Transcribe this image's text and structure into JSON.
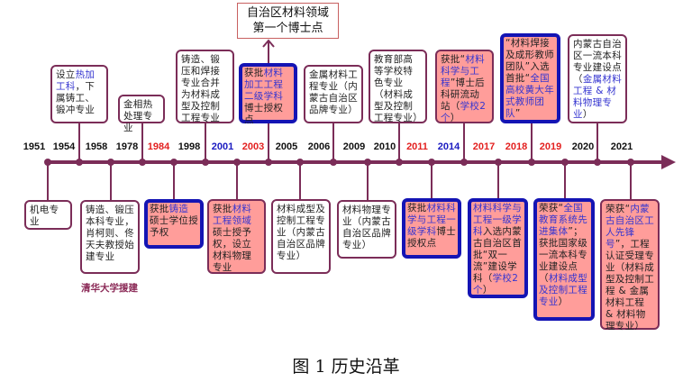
{
  "top_note": {
    "line1": "自治区材料领域",
    "line2": "第一个博士点"
  },
  "years": [
    {
      "y": "1951",
      "c": "black"
    },
    {
      "y": "1954",
      "c": "black"
    },
    {
      "y": "1958",
      "c": "black"
    },
    {
      "y": "1978",
      "c": "black"
    },
    {
      "y": "1984",
      "c": "red"
    },
    {
      "y": "1998",
      "c": "black"
    },
    {
      "y": "2001",
      "c": "blue"
    },
    {
      "y": "2003",
      "c": "red"
    },
    {
      "y": "2005",
      "c": "black"
    },
    {
      "y": "2006",
      "c": "black"
    },
    {
      "y": "2009",
      "c": "black"
    },
    {
      "y": "2010",
      "c": "black"
    },
    {
      "y": "2011",
      "c": "red"
    },
    {
      "y": "2014",
      "c": "blue"
    },
    {
      "y": "2017",
      "c": "red"
    },
    {
      "y": "2018",
      "c": "red"
    },
    {
      "y": "2019",
      "c": "red"
    },
    {
      "y": "2020",
      "c": "black"
    },
    {
      "y": "2021",
      "c": "black"
    }
  ],
  "top_boxes": [
    {
      "year": "1954",
      "style": "plain",
      "seg": [
        [
          "设立",
          0
        ],
        [
          "热加工科",
          1
        ],
        [
          "，下属铸工、锻冲专业",
          0
        ]
      ]
    },
    {
      "year": "1978",
      "style": "plain",
      "seg": [
        [
          "金相热处理专业",
          0
        ]
      ]
    },
    {
      "year": "1998",
      "style": "plain",
      "seg": [
        [
          "铸造、锻压和焊接专业合并为材料成型及控制工程专业",
          0
        ]
      ]
    },
    {
      "year": "2003",
      "style": "pinkblue",
      "seg": [
        [
          "获批",
          0
        ],
        [
          "材料加工工程二级学科",
          1
        ],
        [
          "博士授权点",
          0
        ]
      ]
    },
    {
      "year": "2006",
      "style": "plain",
      "seg": [
        [
          "金属材料工程专业（内蒙古自治区品牌专业）",
          0
        ]
      ]
    },
    {
      "year": "2010",
      "style": "plain",
      "seg": [
        [
          "教育部高等学校特色专业（材料成型及控制工程专业）",
          0
        ]
      ]
    },
    {
      "year": "2014",
      "style": "pink",
      "seg": [
        [
          "获批“",
          0
        ],
        [
          "材料科学与工程",
          1
        ],
        [
          "”博士后科研流动站（",
          0
        ],
        [
          "学校2个",
          1
        ],
        [
          "）",
          0
        ]
      ]
    },
    {
      "year": "2018",
      "style": "pinkblue",
      "seg": [
        [
          "“材料焊接及成形教师团队”入选首批“",
          0
        ],
        [
          "全国高校黄大年式教师团队",
          1
        ],
        [
          "”",
          0
        ]
      ]
    },
    {
      "year": "2020",
      "style": "plain",
      "seg": [
        [
          "内蒙古自治区一流本科专业建设点（",
          0
        ],
        [
          "金属材料工程 & 材料物理专业",
          1
        ],
        [
          "）",
          0
        ]
      ]
    }
  ],
  "bottom_boxes": [
    {
      "year": "1951",
      "style": "plain",
      "seg": [
        [
          "机电专业",
          0
        ]
      ]
    },
    {
      "year": "1958",
      "style": "plain",
      "seg": [
        [
          "铸造、锻压本科专业，肖柯则、佟天夫教授始建专业",
          0
        ]
      ]
    },
    {
      "year": "1984",
      "style": "pinkblue",
      "seg": [
        [
          "获批",
          0
        ],
        [
          "铸造",
          1
        ],
        [
          "硕士学位授予权",
          0
        ]
      ]
    },
    {
      "year": "2001",
      "style": "pink",
      "seg": [
        [
          "获批",
          0
        ],
        [
          "材料工程领域",
          1
        ],
        [
          "硕士授予权，设立材料物理专业",
          0
        ]
      ]
    },
    {
      "year": "2005",
      "style": "plain",
      "seg": [
        [
          "材料成型及控制工程专业（内蒙古自治区品牌专业）",
          0
        ]
      ]
    },
    {
      "year": "2009",
      "style": "plain",
      "seg": [
        [
          "材料物理专业（内蒙古自治区品牌专业）",
          0
        ]
      ]
    },
    {
      "year": "2011",
      "style": "pinkblue",
      "seg": [
        [
          "获批",
          0
        ],
        [
          "材料科学与工程一级学科",
          1
        ],
        [
          "博士授权点",
          0
        ]
      ]
    },
    {
      "year": "2017",
      "style": "pinkblue",
      "seg": [
        [
          "材料科学与工程一级学科",
          1
        ],
        [
          "入选内蒙古自治区首批“双一流”建设学科（",
          0
        ],
        [
          "学校2个",
          1
        ],
        [
          "）",
          0
        ]
      ]
    },
    {
      "year": "2019",
      "style": "pinkblue",
      "seg": [
        [
          "荣获“",
          0
        ],
        [
          "全国教育系统先进集体",
          1
        ],
        [
          "”；获批国家级一流本科专业建设点（",
          0
        ],
        [
          "材料成型及控制工程专业",
          1
        ],
        [
          "）",
          0
        ]
      ]
    },
    {
      "year": "2021",
      "style": "pink",
      "seg": [
        [
          "荣获“",
          0
        ],
        [
          "内蒙古自治区工人先锋号",
          1
        ],
        [
          "”，工程认证受理专业（材料成型及控制工程 & 金属材料工程 & 材料物理专业）",
          0
        ]
      ]
    }
  ],
  "tsinghua_note": "清华大学援建",
  "caption": "图 1  历史沿革",
  "colors": {
    "axis": "#7b2d58",
    "pink": "#ff9d9a",
    "blue_border": "#1414b4",
    "blue_text": "#3535d0",
    "red_year": "#e3201f"
  }
}
